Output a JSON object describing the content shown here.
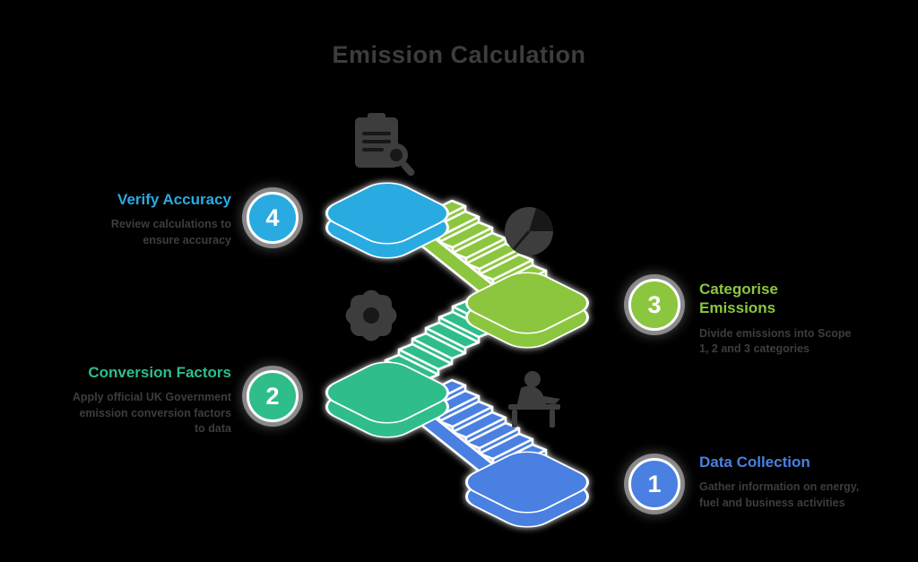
{
  "title": "Emission Calculation",
  "colors": {
    "background": "#000000",
    "title_text": "#3d3d3d",
    "body_text": "#3d3d3d",
    "icon_color": "#3d3d3d",
    "outline": "#ffffff",
    "step1": "#4a80e1",
    "step2": "#2fbd8a",
    "step3": "#8cc63f",
    "step4": "#29abe2"
  },
  "steps": [
    {
      "number": "1",
      "label": "Data Collection",
      "description": "Gather information on energy,\nfuel and business activities",
      "color": "#4a80e1",
      "icon": "person-at-desk-icon"
    },
    {
      "number": "2",
      "label": "Conversion Factors",
      "description": "Apply official UK Government\nemission conversion factors\nto data",
      "color": "#2fbd8a",
      "icon": "gear-icon"
    },
    {
      "number": "3",
      "label": "Categorise\nEmissions",
      "description": "Divide emissions into Scope\n1, 2 and 3 categories",
      "color": "#8cc63f",
      "icon": "pie-chart-icon"
    },
    {
      "number": "4",
      "label": "Verify Accuracy",
      "description": "Review calculations to\nensure accuracy",
      "color": "#29abe2",
      "icon": "clipboard-magnifier-icon"
    }
  ],
  "staircase": {
    "platform_order_top_to_bottom": [
      "step4-cyan",
      "step3-green",
      "step2-teal",
      "step1-blue"
    ],
    "stair_count_per_flight": 7
  }
}
